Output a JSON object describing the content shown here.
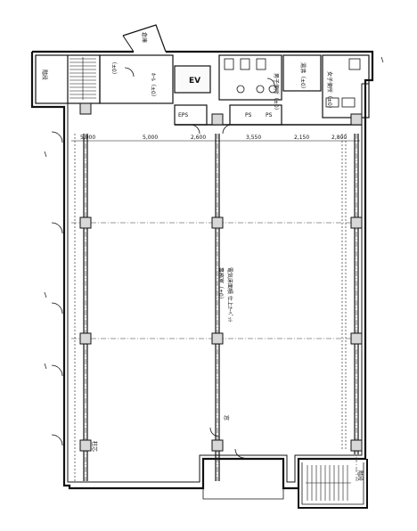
{
  "rooms": {
    "elevator": "EV",
    "eps": "EPS",
    "ps": "PS",
    "office_floor": "事務室（±0）",
    "office_note": "電気床面積 仕上ｶｰﾍﾟｯﾄ",
    "hall": "ﾎｰﾙ（±0）",
    "stair_left": "階段",
    "stair_right": "階段",
    "wc_m": "男子便所（±0）",
    "wc_f": "女子便所（±0）",
    "pantry": "湯沸（±0）",
    "store": "倉庫",
    "balcony_left": "（±0）",
    "pipe_space": "PS",
    "pillar_label": "柱芯",
    "window_label": "窓"
  },
  "dimensions": [
    "5,000",
    "5,000",
    "2,600",
    "3,550",
    "2,150",
    "2,800"
  ],
  "colors": {
    "line": "#111111",
    "fill_light": "#f4f4f4",
    "column": "#d8d8d8"
  }
}
